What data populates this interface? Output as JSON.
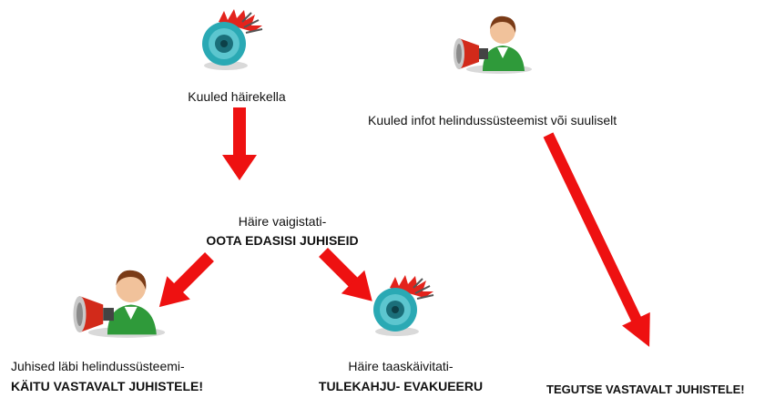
{
  "nodes": {
    "alarm_heard": {
      "label": "Kuuled häirekella",
      "icon": "alarm-bell-icon"
    },
    "info_heard": {
      "label": "Kuuled infot helindussüsteemist või suuliselt",
      "icon": "speaker-person-icon"
    },
    "alarm_silenced": {
      "line1": "Häire vaigistati-",
      "line2": "OOTA EDASISI JUHISEID"
    },
    "instructions": {
      "line1": "Juhised läbi helindussüsteemi-",
      "line2": "KÄITU VASTAVALT JUHISTELE!",
      "icon": "speaker-person-icon"
    },
    "alarm_restarted": {
      "line1": "Häire taaskäivitati-",
      "line2": "TULEKAHJU- EVAKUEERU",
      "icon": "alarm-bell-icon"
    },
    "act": {
      "label": "TEGUTSE VASTAVALT JUHISTELE!"
    }
  },
  "colors": {
    "arrow": "#ee1111",
    "bell_teal": "#2aa9b4",
    "bell_dark": "#1b6f7a",
    "alert_red": "#e3231c",
    "shirt_green": "#2f9a3a",
    "megaphone_red": "#d22a1a"
  }
}
